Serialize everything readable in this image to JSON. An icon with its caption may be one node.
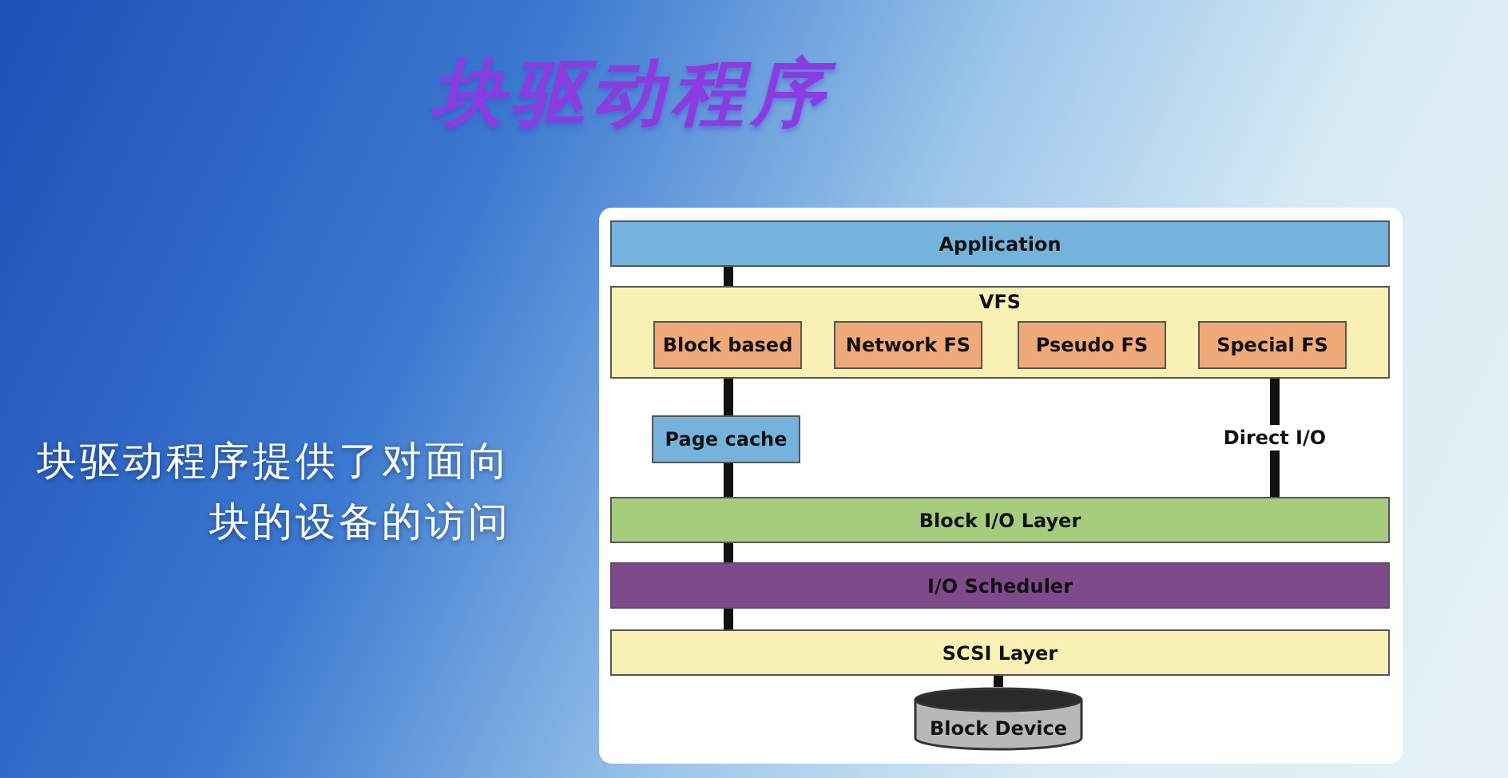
{
  "diagram": {
    "title": "块驱动程序",
    "nodes": [
      {
        "text": [
          "Application"
        ]
      },
      {
        "text": [
          "VFS"
        ]
      },
      {
        "text": [
          "Block based"
        ],
        "in": 1
      },
      {
        "text": [
          "Network FS"
        ],
        "in": 1
      },
      {
        "text": [
          "Pseudo FS"
        ],
        "in": 1
      },
      {
        "text": [
          "Special FS"
        ],
        "in": 1
      },
      {
        "text": [
          "Page cache"
        ]
      },
      {
        "text": [
          "Block I/O Layer"
        ]
      },
      {
        "text": [
          "I/O Scheduler"
        ]
      },
      {
        "text": [
          "SCSI Layer"
        ]
      },
      {
        "text": [
          "Block Device"
        ]
      }
    ],
    "edges": [
      {
        "from": 0,
        "to": 1,
        "arrow": "none"
      },
      {
        "from": 1,
        "to": 6,
        "arrow": "none"
      },
      {
        "from": 6,
        "to": 7,
        "arrow": "none"
      },
      {
        "from": 1,
        "to": 7,
        "arrow": "none",
        "label": "Direct I/O"
      },
      {
        "from": 7,
        "to": 8,
        "arrow": "none"
      },
      {
        "from": 8,
        "to": 9,
        "arrow": "none"
      },
      {
        "from": 9,
        "to": 10,
        "arrow": "none"
      }
    ],
    "labels": [
      "块驱动程序提供了对面向块的设备的访问"
    ]
  }
}
